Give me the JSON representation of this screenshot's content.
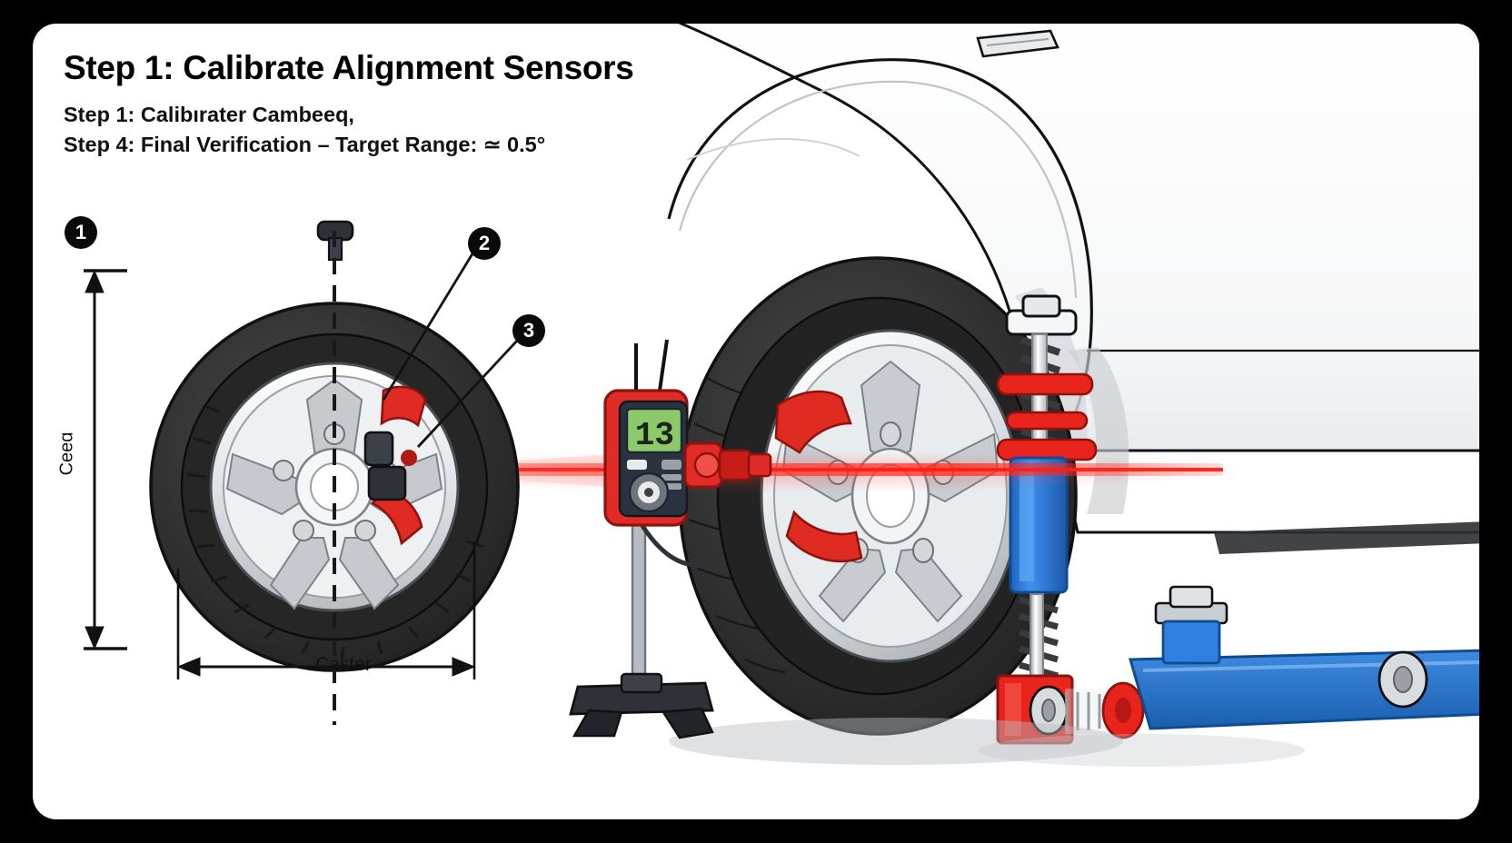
{
  "page": {
    "background_color": "#000000",
    "card_color": "#ffffff"
  },
  "header": {
    "title": "Step 1: Calibrate Alignment Sensors",
    "subtitle_lines": [
      "Step 1: Calibırater Cambeeq,",
      "Step  4: Final Verification – Target Range: ≃ 0.5°"
    ]
  },
  "callouts": [
    {
      "number": "1",
      "name": "callout-badge-1"
    },
    {
      "number": "2",
      "name": "callout-badge-2"
    },
    {
      "number": "3",
      "name": "callout-badge-3"
    }
  ],
  "diagram": {
    "vertical_dimension_label": "Ceeɑ",
    "horizontal_dimension_label": "Caster",
    "centerline_style": "dashed"
  },
  "gauge": {
    "display_value": "13",
    "display_color": "#8cc96a",
    "body_color": "#e12b26",
    "panel_color": "#2c3340",
    "laser_color": "#ef2222"
  },
  "colors": {
    "tire_black": "#2b2b2b",
    "rim_silver": "#d9dcdf",
    "brake_red": "#e02b22",
    "strut_blue": "#2f7fe0",
    "collar_red": "#e8241d",
    "spring_grey": "#e8eaec",
    "car_body_white": "#fbfbfb",
    "outline_black": "#111111",
    "jack_blue": "#1f6fd0"
  }
}
